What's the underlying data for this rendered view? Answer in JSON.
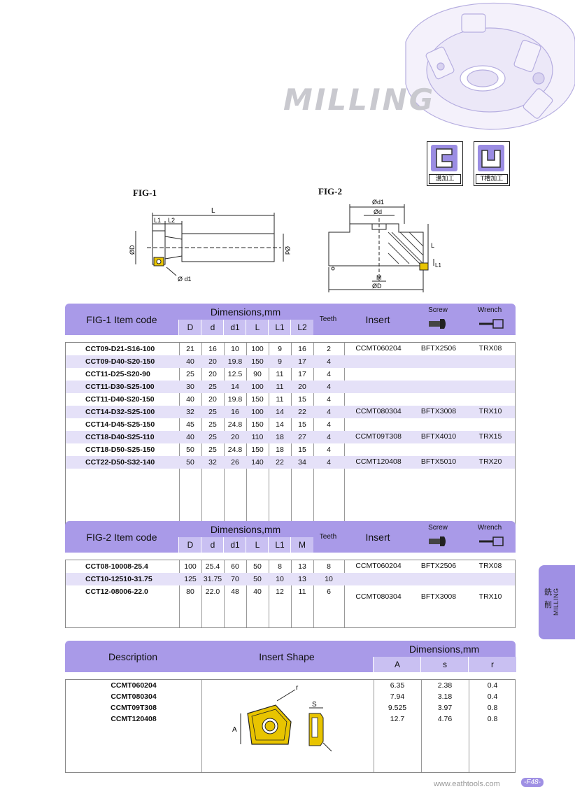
{
  "header": {
    "title": "MILLING"
  },
  "icons": [
    {
      "name": "slot-milling-icon",
      "label": "溝加工"
    },
    {
      "name": "t-slot-milling-icon",
      "label": "T槽加工"
    }
  ],
  "figures": {
    "fig1": {
      "label": "FIG-1",
      "dims": {
        "L": "L",
        "L1": "L1",
        "L2": "L2",
        "D": "ØD",
        "d": "Ød",
        "d1": "Ø d1"
      }
    },
    "fig2": {
      "label": "FIG-2",
      "dims": {
        "d1": "Ød1",
        "d": "Ød",
        "L": "L",
        "L1": "L1",
        "M": "M",
        "D": "ØD"
      }
    }
  },
  "table1": {
    "headers": {
      "code": "FIG-1 Item code",
      "dims": "Dimensions,mm",
      "teeth": "Teeth",
      "insert": "Insert",
      "screw": "Screw",
      "wrench": "Wrench",
      "sub": [
        "D",
        "d",
        "d1",
        "L",
        "L1",
        "L2"
      ]
    },
    "rows": [
      {
        "code": "CCT09-D21-S16-100",
        "v": [
          "21",
          "16",
          "10",
          "100",
          "9",
          "16"
        ],
        "teeth": "2"
      },
      {
        "code": "CCT09-D40-S20-150",
        "v": [
          "40",
          "20",
          "19.8",
          "150",
          "9",
          "17"
        ],
        "teeth": "4"
      },
      {
        "code": "CCT11-D25-S20-90",
        "v": [
          "25",
          "20",
          "12.5",
          "90",
          "11",
          "17"
        ],
        "teeth": "4"
      },
      {
        "code": "CCT11-D30-S25-100",
        "v": [
          "30",
          "25",
          "14",
          "100",
          "11",
          "20"
        ],
        "teeth": "4"
      },
      {
        "code": "CCT11-D40-S20-150",
        "v": [
          "40",
          "20",
          "19.8",
          "150",
          "11",
          "15"
        ],
        "teeth": "4"
      },
      {
        "code": "CCT14-D32-S25-100",
        "v": [
          "32",
          "25",
          "16",
          "100",
          "14",
          "22"
        ],
        "teeth": "4"
      },
      {
        "code": "CCT14-D45-S25-150",
        "v": [
          "45",
          "25",
          "24.8",
          "150",
          "14",
          "15"
        ],
        "teeth": "4"
      },
      {
        "code": "CCT18-D40-S25-110",
        "v": [
          "40",
          "25",
          "20",
          "110",
          "18",
          "27"
        ],
        "teeth": "4"
      },
      {
        "code": "CCT18-D50-S25-150",
        "v": [
          "50",
          "25",
          "24.8",
          "150",
          "18",
          "15"
        ],
        "teeth": "4"
      },
      {
        "code": "CCT22-D50-S32-140",
        "v": [
          "50",
          "32",
          "26",
          "140",
          "22",
          "34"
        ],
        "teeth": "4"
      }
    ],
    "groups": [
      {
        "insert": "CCMT060204",
        "screw": "BFTX2506",
        "wrench": "TRX08"
      },
      {
        "insert": "CCMT080304",
        "screw": "BFTX3008",
        "wrench": "TRX10"
      },
      {
        "insert": "CCMT09T308",
        "screw": "BFTX4010",
        "wrench": "TRX15"
      },
      {
        "insert": "CCMT120408",
        "screw": "BFTX5010",
        "wrench": "TRX20"
      }
    ]
  },
  "table2": {
    "headers": {
      "code": "FIG-2 Item code",
      "dims": "Dimensions,mm",
      "teeth": "Teeth",
      "insert": "Insert",
      "screw": "Screw",
      "wrench": "Wrench",
      "sub": [
        "D",
        "d",
        "d1",
        "L",
        "L1",
        "M"
      ]
    },
    "rows": [
      {
        "code": "CCT08-10008-25.4",
        "v": [
          "100",
          "25.4",
          "60",
          "50",
          "8",
          "13"
        ],
        "teeth": "8"
      },
      {
        "code": "CCT10-12510-31.75",
        "v": [
          "125",
          "31.75",
          "70",
          "50",
          "10",
          "13"
        ],
        "teeth": "10"
      },
      {
        "code": "CCT12-08006-22.0",
        "v": [
          "80",
          "22.0",
          "48",
          "40",
          "12",
          "11"
        ],
        "teeth": "6"
      }
    ],
    "groups": [
      {
        "insert": "CCMT060204",
        "screw": "BFTX2506",
        "wrench": "TRX08"
      },
      {
        "insert": "CCMT080304",
        "screw": "BFTX3008",
        "wrench": "TRX10"
      }
    ]
  },
  "table3": {
    "headers": {
      "desc": "Description",
      "shape": "Insert Shape",
      "dims": "Dimensions,mm",
      "sub": [
        "A",
        "s",
        "r"
      ]
    },
    "rows": [
      {
        "desc": "CCMT060204",
        "v": [
          "6.35",
          "2.38",
          "0.4"
        ]
      },
      {
        "desc": "CCMT080304",
        "v": [
          "7.94",
          "3.18",
          "0.4"
        ]
      },
      {
        "desc": "CCMT09T308",
        "v": [
          "9.525",
          "3.97",
          "0.8"
        ]
      },
      {
        "desc": "CCMT120408",
        "v": [
          "12.7",
          "4.76",
          "0.8"
        ]
      }
    ],
    "shape_labels": {
      "r": "r",
      "s": "S",
      "A": "A"
    }
  },
  "side_tab": {
    "cn": "銑削",
    "en": "MILLING"
  },
  "footer": {
    "url": "www.eathtools.com",
    "page": "-F48-"
  },
  "colors": {
    "accent": "#a99ae8",
    "accent_light": "#e5e1f8",
    "insert_yellow": "#e8c400"
  }
}
